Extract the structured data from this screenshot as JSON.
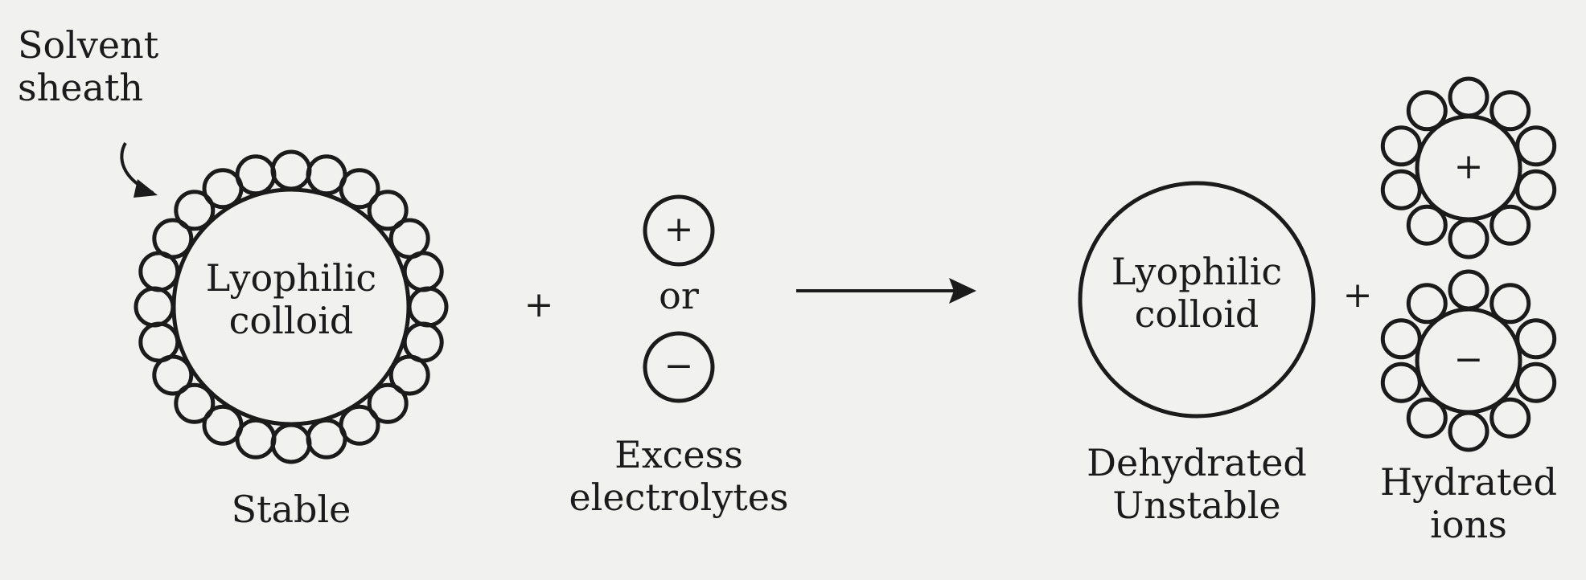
{
  "diagram": {
    "solvent_sheath_label": [
      "Solvent",
      "sheath"
    ],
    "stable_colloid": {
      "label": [
        "Lyophilic",
        "colloid"
      ],
      "caption": "Stable"
    },
    "plus_sign": "+",
    "electrolytes": {
      "positive_symbol": "+",
      "or_text": "or",
      "negative_symbol": "−",
      "caption": [
        "Excess",
        "electrolytes"
      ]
    },
    "dehydrated_colloid": {
      "label": [
        "Lyophilic",
        "colloid"
      ],
      "caption": [
        "Dehydrated",
        "Unstable"
      ]
    },
    "hydrated_ions": {
      "positive_symbol": "+",
      "negative_symbol": "−",
      "caption": [
        "Hydrated",
        "ions"
      ]
    }
  }
}
